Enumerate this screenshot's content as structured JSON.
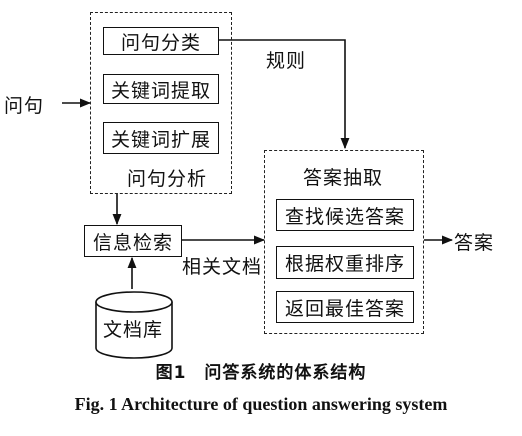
{
  "input_label": "问句",
  "analysis": {
    "group_label": "问句分析",
    "steps": [
      "问句分类",
      "关键词提取",
      "关键词扩展"
    ]
  },
  "rules_label": "规则",
  "retrieval_label": "信息检索",
  "related_docs_label": "相关文档",
  "corpus_label": "文档库",
  "extraction": {
    "group_label": "答案抽取",
    "steps": [
      "查找候选答案",
      "根据权重排序",
      "返回最佳答案"
    ]
  },
  "output_label": "答案",
  "caption": {
    "cn": "图1　问答系统的体系结构",
    "en": "Fig. 1   Architecture of question answering system"
  }
}
